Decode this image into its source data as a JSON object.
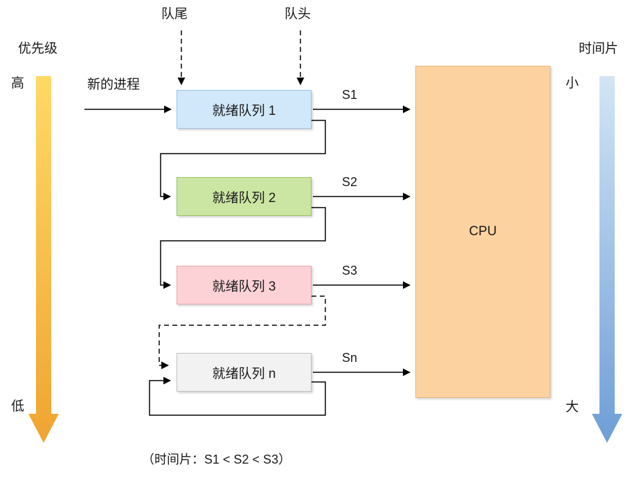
{
  "diagram": {
    "labels": {
      "queue_tail": "队尾",
      "queue_head": "队头",
      "new_process": "新的进程",
      "cpu": "CPU",
      "caption": "（时间片：S1 < S2 < S3）"
    },
    "priority_axis": {
      "label": "优先级",
      "top": "高",
      "bottom": "低",
      "gradient_top": "#ffd965",
      "gradient_bottom": "#f0a431"
    },
    "timeslice_axis": {
      "label": "时间片",
      "top": "小",
      "bottom": "大",
      "gradient_top": "#d3e5f5",
      "gradient_bottom": "#6e9ed6"
    },
    "queues": [
      {
        "label": "就绪队列 1",
        "slice": "S1",
        "fill": "#d0e8fa"
      },
      {
        "label": "就绪队列 2",
        "slice": "S2",
        "fill": "#cbe6a2"
      },
      {
        "label": "就绪队列 3",
        "slice": "S3",
        "fill": "#fcd2d6"
      },
      {
        "label": "就绪队列 n",
        "slice": "Sn",
        "fill": "#f2f2f2"
      }
    ],
    "cpu_fill": "#fcd2a0"
  }
}
